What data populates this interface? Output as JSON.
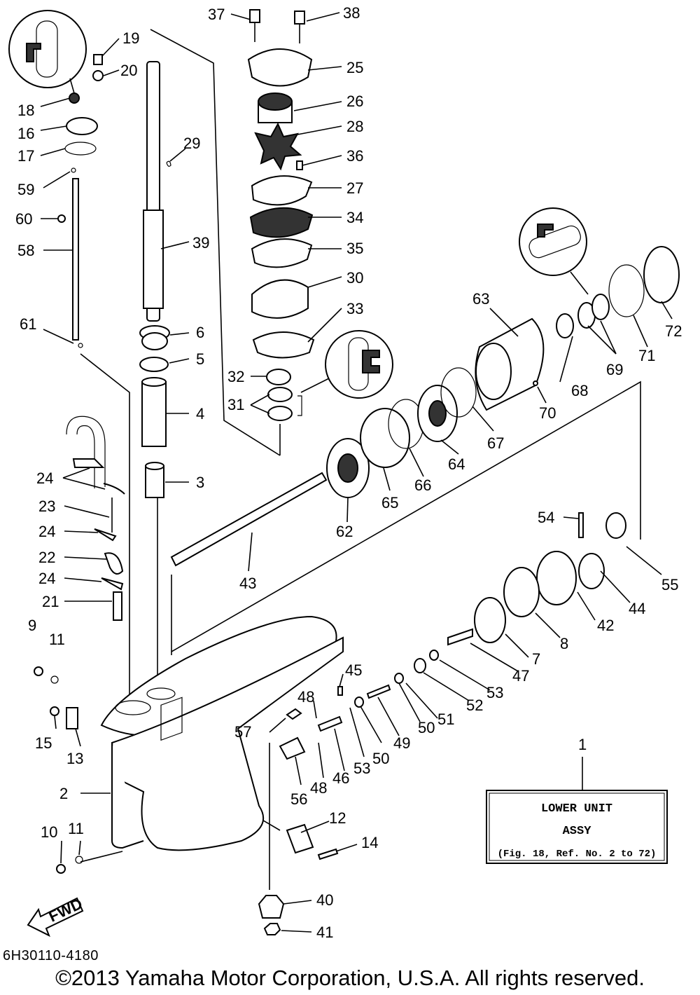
{
  "diagram": {
    "part_code": "6H30110-4180",
    "copyright": "©2013 Yamaha Motor Corporation, U.S.A. All rights reserved.",
    "fwd_label": "FWD",
    "assembly_box": {
      "ref": "1",
      "line1": "LOWER UNIT",
      "line2": "ASSY",
      "line3": "(Fig. 18, Ref. No. 2 to 72)"
    },
    "callouts": {
      "c37": "37",
      "c38": "38",
      "c19": "19",
      "c20": "20",
      "c25": "25",
      "c26": "26",
      "c28": "28",
      "c18": "18",
      "c16": "16",
      "c17": "17",
      "c29": "29",
      "c36": "36",
      "c59": "59",
      "c27": "27",
      "c60": "60",
      "c34": "34",
      "c58": "58",
      "c39": "39",
      "c35": "35",
      "c30": "30",
      "c63": "63",
      "c72": "72",
      "c33": "33",
      "c61": "61",
      "c6": "6",
      "c5": "5",
      "c69": "69",
      "c71": "71",
      "c68": "68",
      "c32": "32",
      "c31": "31",
      "c70": "70",
      "c4": "4",
      "c67": "67",
      "c64": "64",
      "c66": "66",
      "c65": "65",
      "c24a": "24",
      "c3": "3",
      "c23": "23",
      "c24b": "24",
      "c62": "62",
      "c54": "54",
      "c22": "22",
      "c24c": "24",
      "c43": "43",
      "c55": "55",
      "c44": "44",
      "c21": "21",
      "c42": "42",
      "c9": "9",
      "c11a": "11",
      "c8": "8",
      "c7": "7",
      "c47": "47",
      "c45": "45",
      "c53a": "53",
      "c52": "52",
      "c48a": "48",
      "c51": "51",
      "c50a": "50",
      "c49": "49",
      "c15": "15",
      "c57": "57",
      "c13": "13",
      "c50b": "50",
      "c53b": "53",
      "c46": "46",
      "c48b": "48",
      "c56": "56",
      "c2": "2",
      "c12": "12",
      "c10": "10",
      "c11b": "11",
      "c14": "14",
      "c40": "40",
      "c41": "41"
    }
  }
}
